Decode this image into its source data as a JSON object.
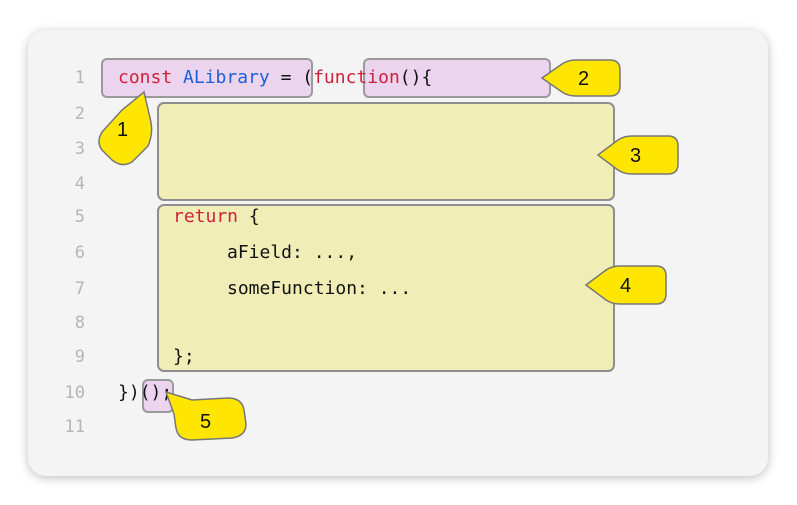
{
  "colors": {
    "keyword": "#d0203a",
    "identifier": "#1c5fd6",
    "highlight_fill": "#ecd3ee",
    "block_fill": "#f0eeb6",
    "callout_fill": "#ffe600"
  },
  "lines": [
    {
      "number": "1"
    },
    {
      "number": "2"
    },
    {
      "number": "3"
    },
    {
      "number": "4"
    },
    {
      "number": "5"
    },
    {
      "number": "6"
    },
    {
      "number": "7"
    },
    {
      "number": "8"
    },
    {
      "number": "9"
    },
    {
      "number": "10"
    },
    {
      "number": "11"
    }
  ],
  "code": {
    "l1_const": "const",
    "l1_name": "ALibrary",
    "l1_assign": " = (",
    "l1_function": "function",
    "l1_tail": "(){",
    "l5_return": "return",
    "l5_brace": " {",
    "l6": "aField: ...,",
    "l7": "someFunction: ...",
    "l9": "};",
    "l10_a": "})",
    "l10_b": "()",
    "l10_c": ";"
  },
  "callouts": {
    "c1": "1",
    "c2": "2",
    "c3": "3",
    "c4": "4",
    "c5": "5"
  }
}
